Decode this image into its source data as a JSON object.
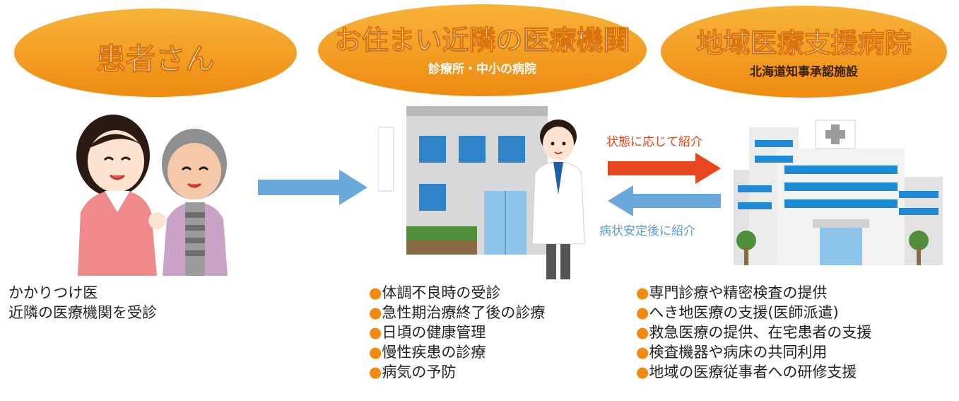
{
  "header": {
    "patient": {
      "title": "患者さん"
    },
    "clinic": {
      "title": "お住まい近隣の医療機関",
      "subtitle": "診療所・中小の病院"
    },
    "hospital": {
      "title": "地域医療支援病院",
      "subtitle": "北海道知事承認施設"
    }
  },
  "arrows": {
    "referral_forward": "状態に応じて紹介",
    "referral_back": "病状安定後に紹介"
  },
  "patient_text": [
    "かかりつけ医",
    "近隣の医療機関を受診"
  ],
  "clinic_roles": [
    "体調不良時の受診",
    "急性期治療終了後の診療",
    "日頃の健康管理",
    "慢性疾患の診療",
    "病気の予防"
  ],
  "hospital_roles": [
    "専門診療や精密検査の提供",
    "へき地医療の支援(医師派遣)",
    "救急医療の提供、在宅患者の支援",
    "検査機器や病床の共同利用",
    "地域の医療従事者への研修支援"
  ],
  "colors": {
    "oval": "#ef8a10",
    "bullet": "#f08a14",
    "forward_arrow": "#e8461e",
    "back_arrow": "#6aa8dc",
    "arrow_forward_text": "#e8461e",
    "arrow_back_text": "#5b9bd5"
  },
  "icons": [
    "patient-and-caregiver-illustration",
    "clinic-building-illustration",
    "doctor-illustration",
    "hospital-building-illustration"
  ]
}
